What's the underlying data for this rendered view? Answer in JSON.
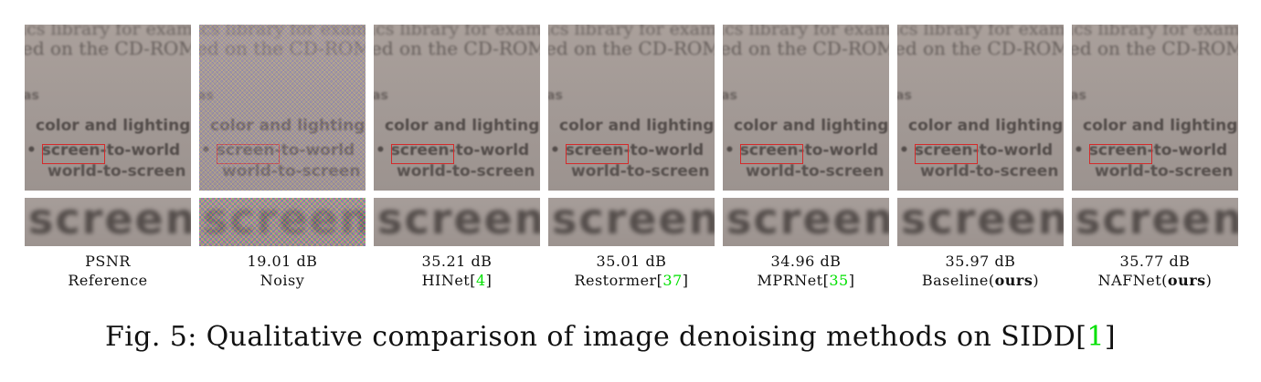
{
  "crop_text": {
    "line1": "ics library for exam",
    "line2": "ed on the CD-ROM",
    "line3": "as",
    "line4": "color and lighting",
    "line5": "• screen-to-world",
    "line6": "world-to-screen",
    "zoom_word": "screen"
  },
  "panels": [
    {
      "psnr": "PSNR",
      "name": "Reference",
      "ref": "",
      "suffix": "",
      "bold": "",
      "noisy": false
    },
    {
      "psnr": "19.01 dB",
      "name": "Noisy",
      "ref": "",
      "suffix": "",
      "bold": "",
      "noisy": true
    },
    {
      "psnr": "35.21 dB",
      "name": "HINet[",
      "ref": "4",
      "suffix": "]",
      "bold": "",
      "noisy": false
    },
    {
      "psnr": "35.01 dB",
      "name": "Restormer[",
      "ref": "37",
      "suffix": "]",
      "bold": "",
      "noisy": false
    },
    {
      "psnr": "34.96 dB",
      "name": "MPRNet[",
      "ref": "35",
      "suffix": "]",
      "bold": "",
      "noisy": false
    },
    {
      "psnr": "35.97 dB",
      "name": "Baseline(",
      "ref": "",
      "suffix": ")",
      "bold": "ours",
      "noisy": false
    },
    {
      "psnr": "35.77 dB",
      "name": "NAFNet(",
      "ref": "",
      "suffix": ")",
      "bold": "ours",
      "noisy": false
    }
  ],
  "caption": {
    "prefix": "Fig. 5: Qualitative comparison of image denoising methods on SIDD[",
    "ref": "1",
    "suffix": "]"
  },
  "colors": {
    "highlight_box": "#d42a2a",
    "citation": "#00e000"
  }
}
